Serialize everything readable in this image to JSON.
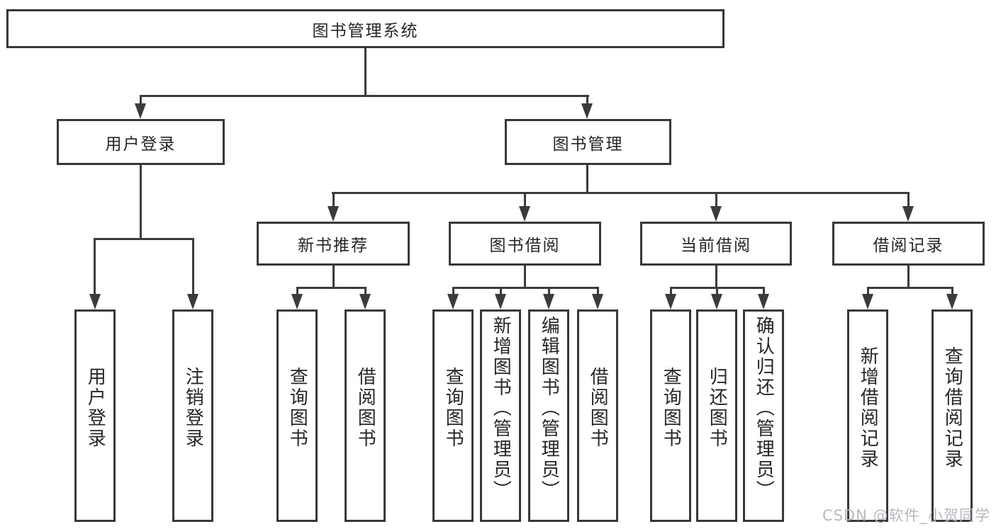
{
  "diagram": {
    "root": {
      "label": "图书管理系统"
    },
    "level2": [
      {
        "label": "用户登录"
      },
      {
        "label": "图书管理"
      }
    ],
    "level3": [
      {
        "label": "新书推荐"
      },
      {
        "label": "图书借阅"
      },
      {
        "label": "当前借阅"
      },
      {
        "label": "借阅记录"
      }
    ],
    "leaves": [
      {
        "label": "用户登录"
      },
      {
        "label": "注销登录"
      },
      {
        "label": "查询图书"
      },
      {
        "label": "借阅图书"
      },
      {
        "label": "查询图书"
      },
      {
        "label": "新增图书（管理员）"
      },
      {
        "label": "编辑图书（管理员）"
      },
      {
        "label": "借阅图书"
      },
      {
        "label": "查询图书"
      },
      {
        "label": "归还图书"
      },
      {
        "label": "确认归还（管理员）"
      },
      {
        "label": "新增借阅记录"
      },
      {
        "label": "查询借阅记录"
      }
    ],
    "watermark": "CSDN @软件_小贺同学",
    "colors": {
      "line": "#3b3b3b",
      "border": "#383838",
      "text": "#262626",
      "background": "#ffffff",
      "watermark": "#b5b9bf"
    }
  }
}
